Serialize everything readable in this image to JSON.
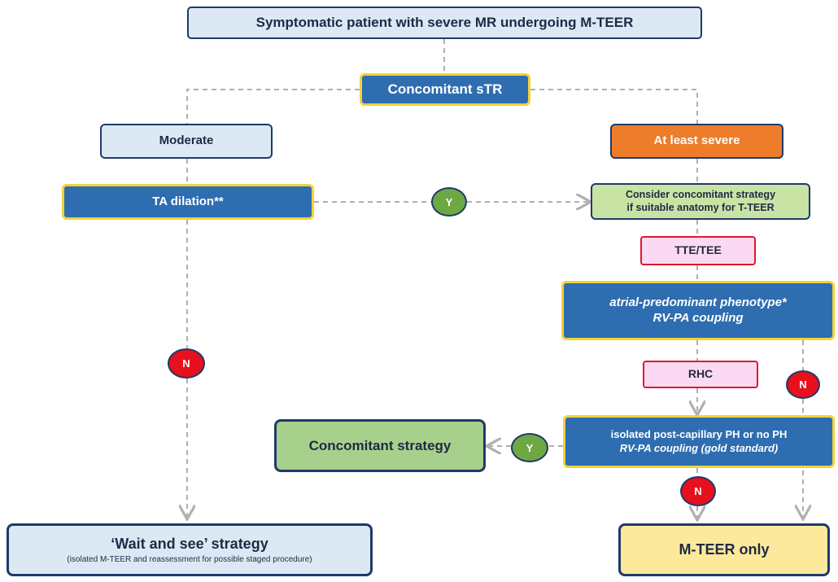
{
  "boxes": {
    "top": "Symptomatic patient with severe MR undergoing M-TEER",
    "concomitant_str": "Concomitant sTR",
    "moderate": "Moderate",
    "at_least_severe": "At least severe",
    "ta_dilation": "TA dilation**",
    "consider_line1": "Consider concomitant strategy",
    "consider_line2": "if suitable anatomy for T-TEER",
    "tte_tee": "TTE/TEE",
    "phenotype_line1": "atrial-predominant phenotype*",
    "phenotype_line2": "RV-PA coupling",
    "rhc": "RHC",
    "isolated_line1": "isolated post-capillary PH or no PH",
    "isolated_line2": "RV-PA coupling (gold standard)",
    "concomitant_strategy": "Concomitant strategy",
    "wait_title": "‘Wait and see’ strategy",
    "wait_sub": "(isolated M-TEER and reassessment for possible staged procedure)",
    "m_teer_only": "M-TEER only"
  },
  "decisions": {
    "yes": "Y",
    "no": "N"
  },
  "colors": {
    "dark_blue": "#2e6db0",
    "light_blue": "#dce8f4",
    "orange": "#ee7d2b",
    "light_green": "#c9e3a4",
    "green": "#a8d08d",
    "pink": "#fcd9f2",
    "yellow": "#fde99c",
    "yes_circle": "#6ea843",
    "no_circle": "#e8101c",
    "connector": "#b0b0b0"
  }
}
